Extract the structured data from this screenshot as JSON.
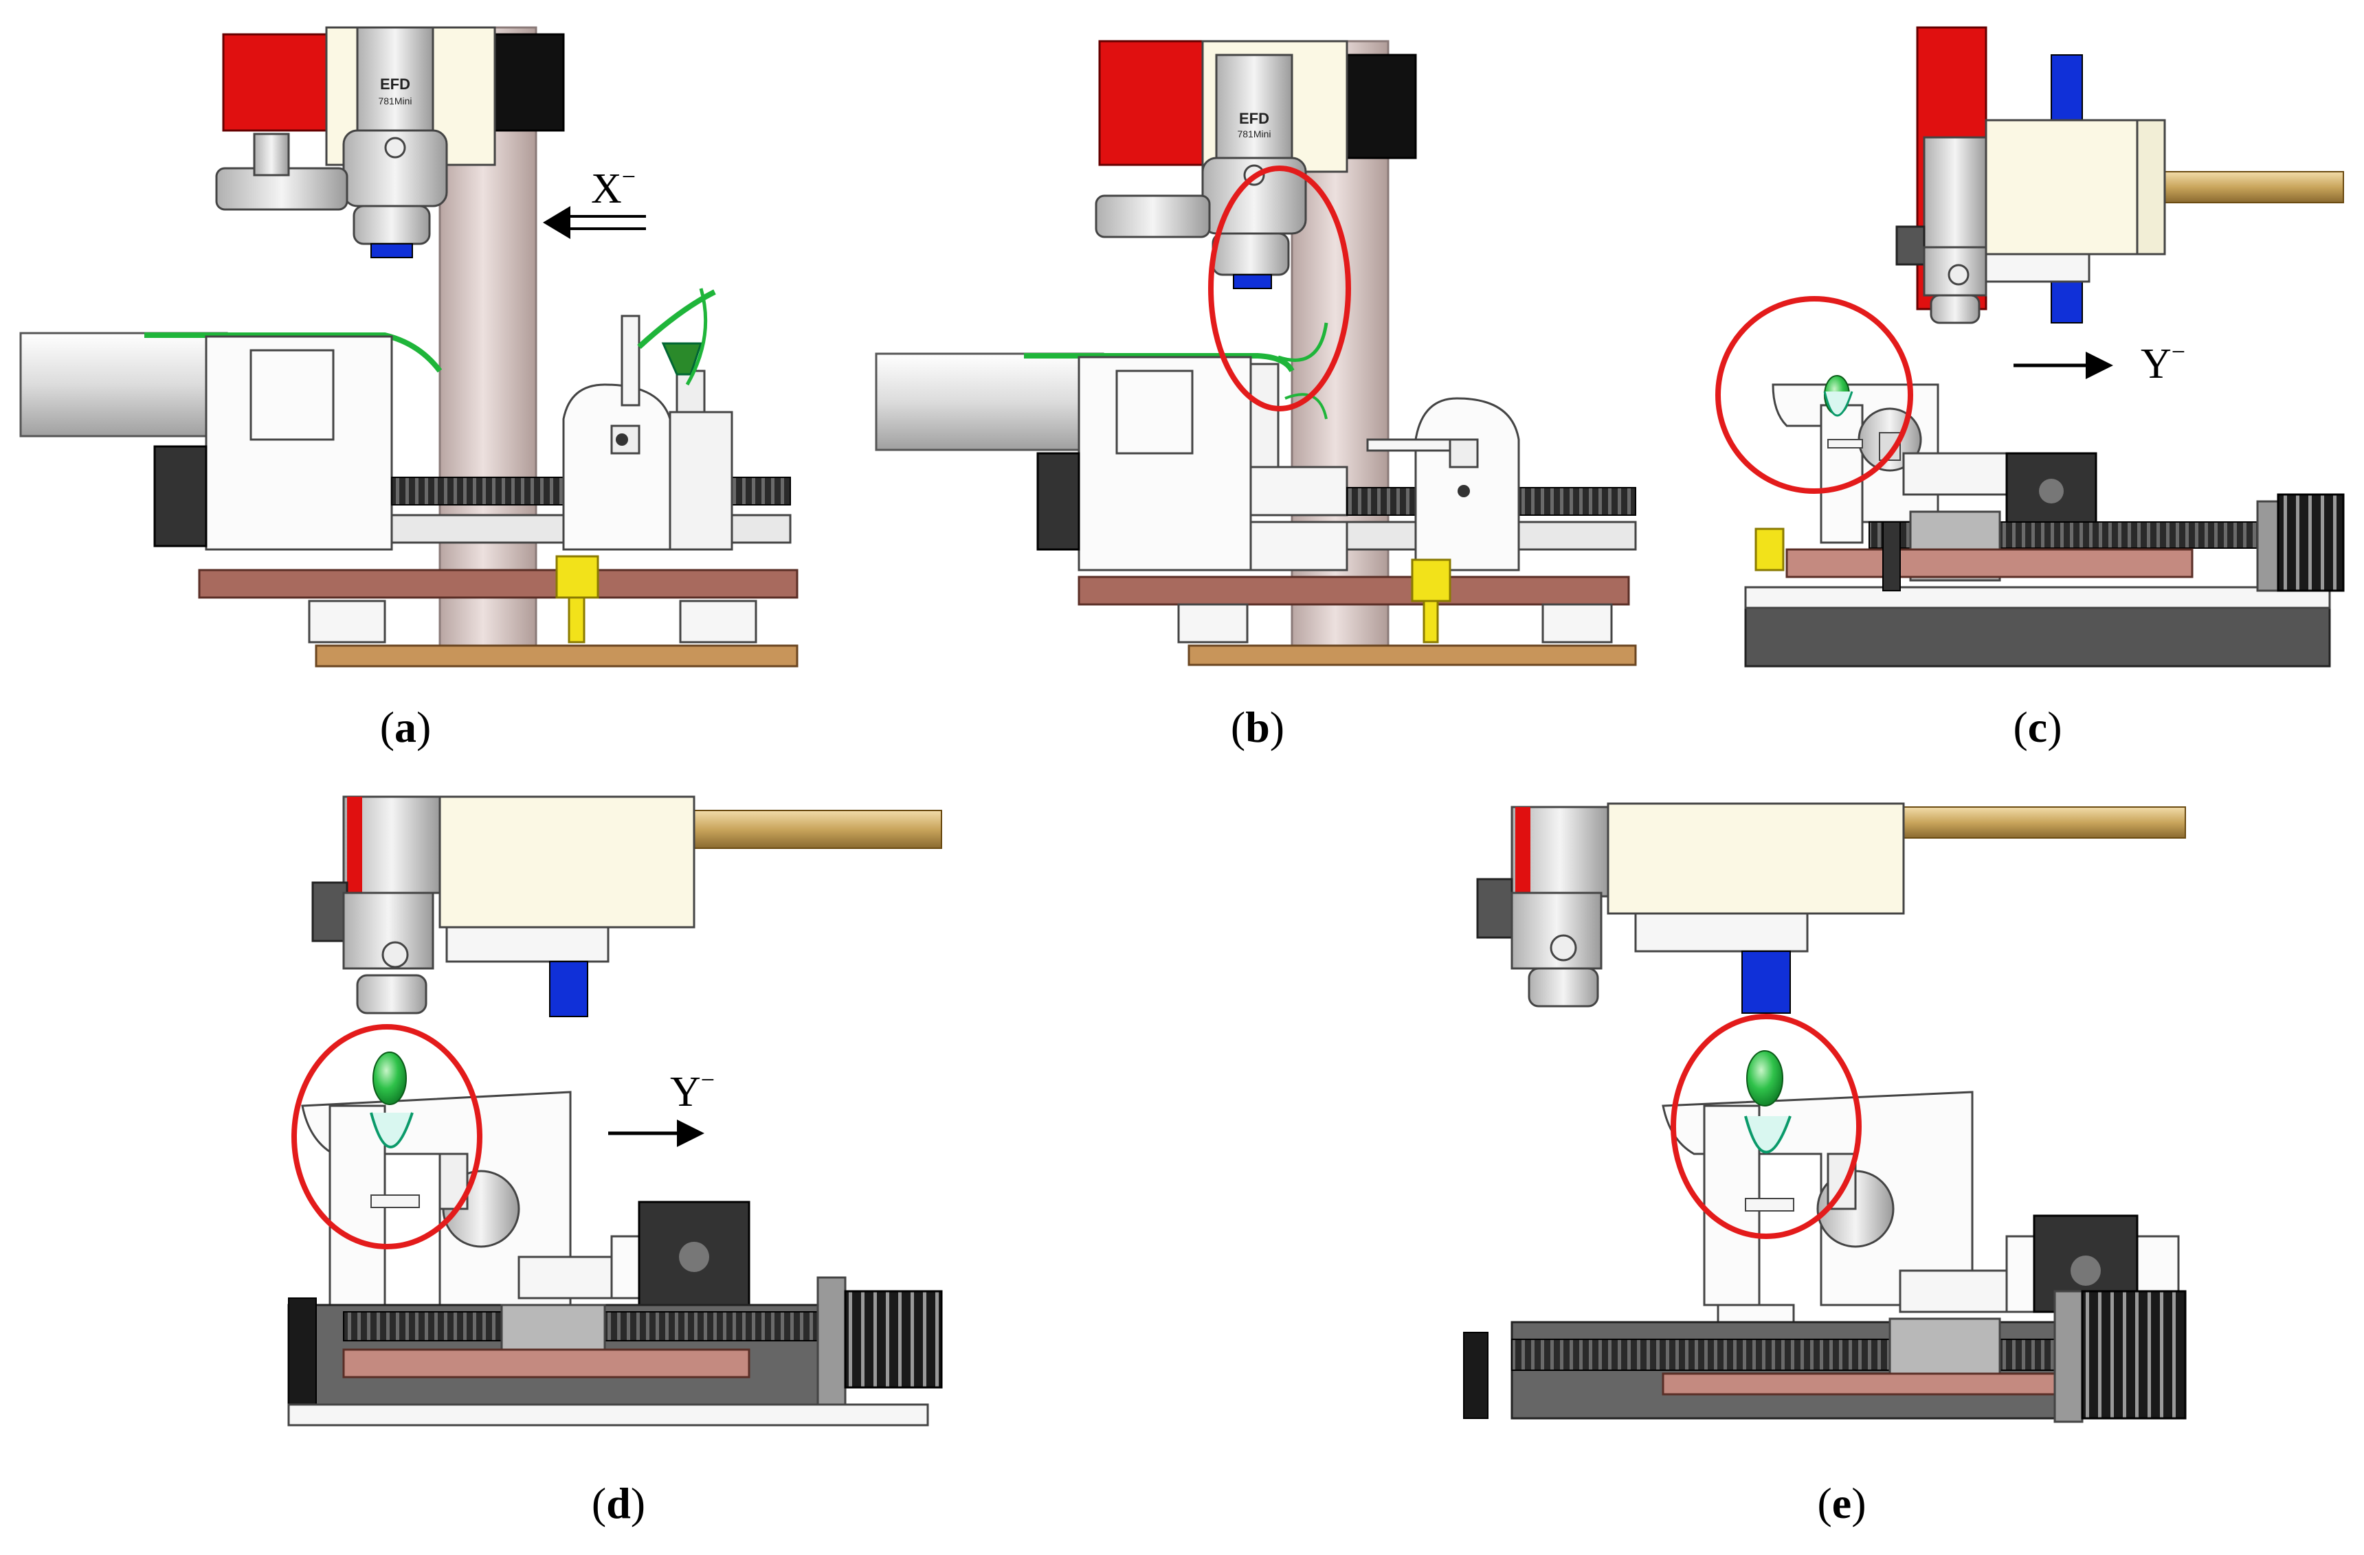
{
  "panels": [
    {
      "id": "a",
      "caption_open": "(",
      "caption_letter": "a",
      "caption_close": ")",
      "motion": "X",
      "motion_sign": "−"
    },
    {
      "id": "b",
      "caption_open": "(",
      "caption_letter": "b",
      "caption_close": ")"
    },
    {
      "id": "c",
      "caption_open": "(",
      "caption_letter": "c",
      "caption_close": ")",
      "motion": "Y",
      "motion_sign": "−"
    },
    {
      "id": "d",
      "caption_open": "(",
      "caption_letter": "d",
      "caption_close": ")",
      "motion": "Y",
      "motion_sign": "−"
    },
    {
      "id": "e",
      "caption_open": "(",
      "caption_letter": "e",
      "caption_close": ")"
    }
  ],
  "nozzle_brand": "EFD",
  "nozzle_model": "781Mini",
  "colors": {
    "highlight_circle": "#e31b1b",
    "frame_red": "#e01010",
    "frame_black": "#111111",
    "rail_copper": "#a86a5e",
    "base_wood": "#c8955a",
    "yellow_part": "#f2e21a",
    "leaf_green": "#1fb53a",
    "valve_blue": "#1030d8",
    "column_pink": "#d9c7c4",
    "housing_cream": "#fbf8e4",
    "rod_gold": "#c9a55c"
  }
}
